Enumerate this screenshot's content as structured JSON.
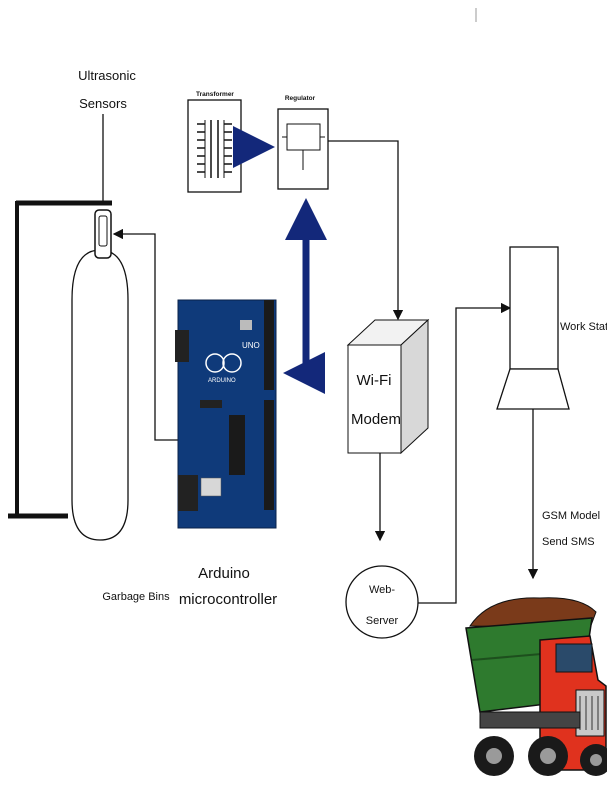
{
  "labels": {
    "sensor_line1": "Ultrasonic",
    "sensor_line2": "Sensors",
    "transformer": "Transformer",
    "regulator": "Regulator",
    "bins": "Garbage Bins",
    "arduino_line1": "Arduino",
    "arduino_line2": "microcontroller",
    "modem_line1": "Wi-Fi",
    "modem_line2": "Modem",
    "server_line1": "Web-",
    "server_line2": "Server",
    "workstation": "Work Station",
    "gsm_line1": "GSM Model",
    "gsm_line2": "Send SMS",
    "board_brand": "UNO",
    "board_name": "ARDUINO"
  },
  "colors": {
    "power_arrow": "#13287a",
    "board": "#0f3a7a",
    "truck_bed": "#2e7a2e",
    "truck_cab": "#e0321e",
    "garbage": "#7a3a1a",
    "line": "#111111"
  }
}
